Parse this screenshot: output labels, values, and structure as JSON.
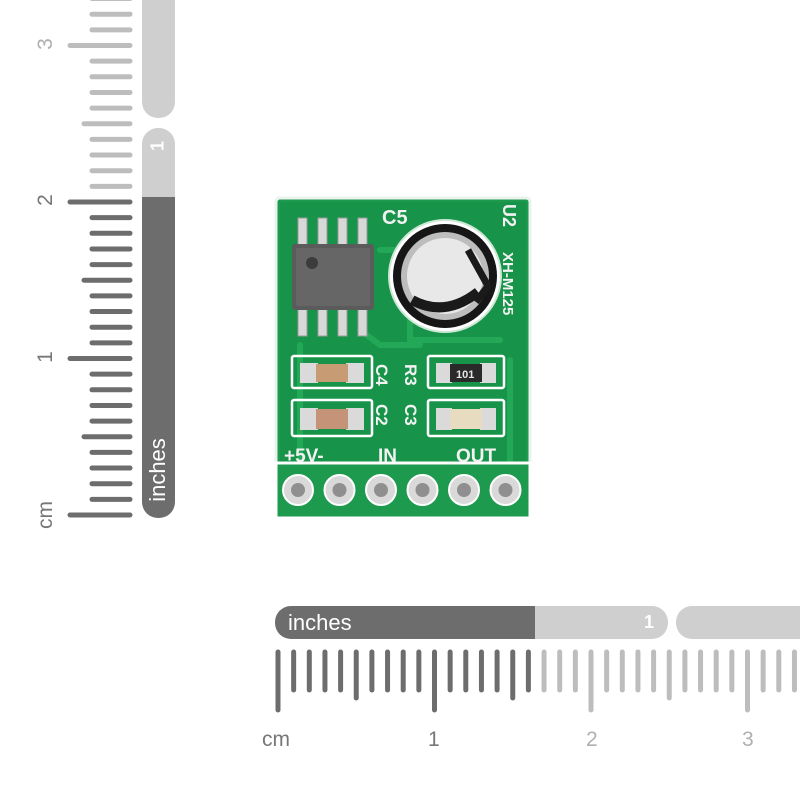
{
  "image": {
    "subject": "XH-M125 XPT8871 mono audio amplifier board with measurement rulers",
    "background_color": "#ffffff",
    "pcb_color": "#1d9a4e"
  },
  "board": {
    "silkscreen": {
      "c5": "C5",
      "u2": "U2",
      "model": "XH-M125",
      "c4": "C4",
      "c2": "C2",
      "r3": "R3",
      "c3": "C3",
      "power_label": "+5V-",
      "in_label": "IN",
      "out_label": "OUT",
      "resistor_code": "101"
    },
    "pin_count": 6
  },
  "vertical_ruler": {
    "units_label": "cm",
    "cm_numbers": [
      "1",
      "2",
      "3"
    ],
    "inch_bar_label": "inches",
    "inch_number": "1"
  },
  "horizontal_ruler": {
    "units_label": "cm",
    "cm_numbers": [
      "1",
      "2",
      "3"
    ],
    "inch_bar_label": "inches",
    "inch_number": "1"
  }
}
